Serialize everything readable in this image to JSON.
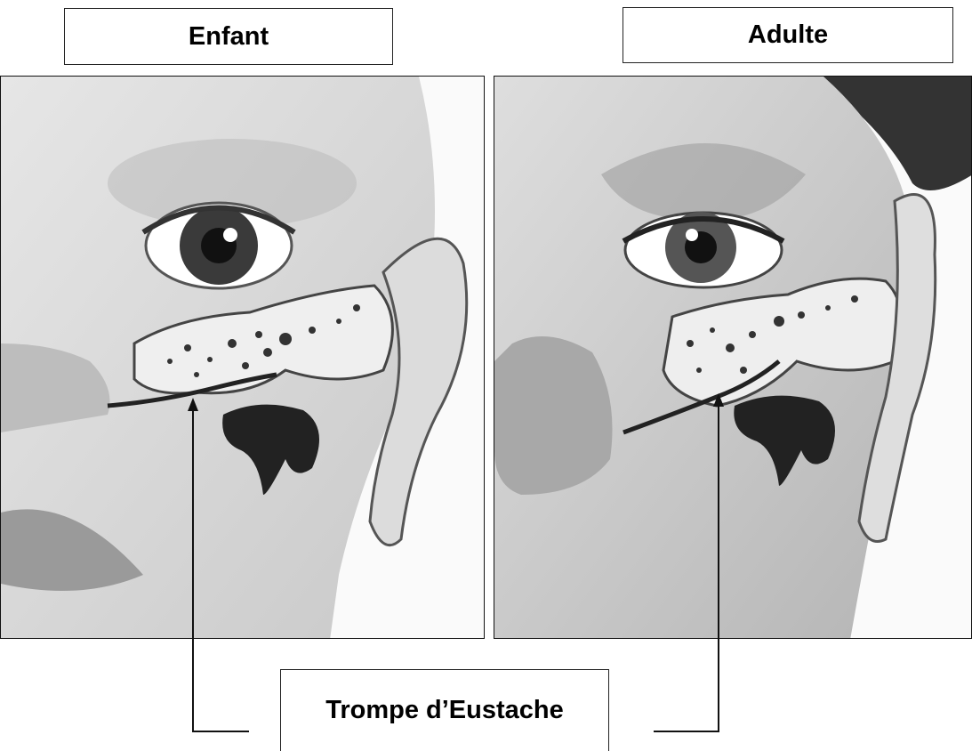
{
  "labels": {
    "child": "Enfant",
    "adult": "Adulte",
    "eustachian_tube": "Trompe d’Eustache"
  },
  "colors": {
    "background": "#ffffff",
    "line": "#111111"
  }
}
